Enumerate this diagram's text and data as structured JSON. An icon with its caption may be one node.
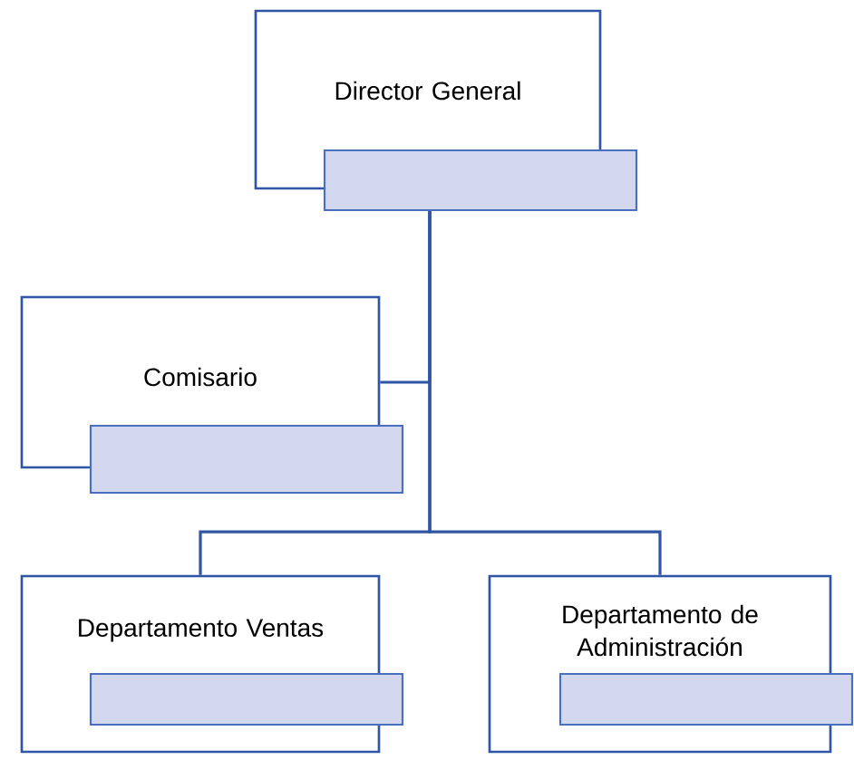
{
  "diagram": {
    "nodes": [
      {
        "text": [
          "Director General"
        ]
      },
      {
        "text": [
          "Comisario"
        ]
      },
      {
        "text": [
          "Departamento Ventas"
        ]
      },
      {
        "text": [
          "Departamento de Administración"
        ]
      }
    ],
    "edges": [
      {
        "from": 0,
        "to": 1,
        "arrow": "none"
      },
      {
        "from": 0,
        "to": 2,
        "arrow": "none"
      },
      {
        "from": 0,
        "to": 3,
        "arrow": "none"
      }
    ]
  }
}
